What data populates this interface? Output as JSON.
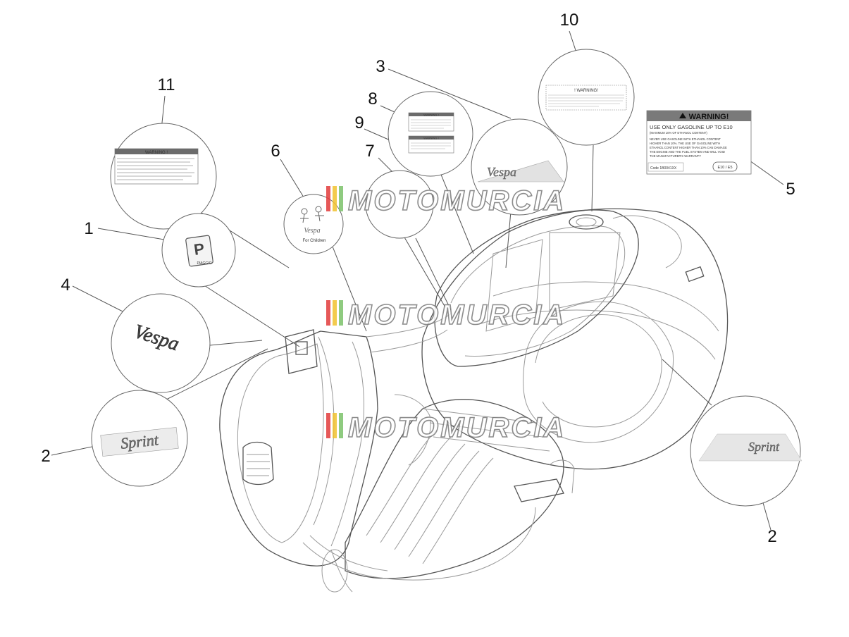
{
  "callouts": {
    "c1": "1",
    "c2a": "2",
    "c2b": "2",
    "c3": "3",
    "c4": "4",
    "c5": "5",
    "c6": "6",
    "c7": "7",
    "c8": "8",
    "c9": "9",
    "c10": "10",
    "c11": "11"
  },
  "watermark": "MOTOMURCIA",
  "labels": {
    "warning_small": "WARNING !",
    "warning_10": "! WARNING!",
    "warning_5_title": "WARNING!",
    "warning_5_line1": "USE ONLY GASOLINE UP TO E10",
    "warning_5_line2": "(MAXIMUM 10% OF ETHANOL CONTENT)",
    "warning_5_line3": "NEVER USE GASOLINE WITH ETHANOL CONTENT",
    "warning_5_line4": "HIGHER THAN 10%. THE USE OF GASOLINE WITH",
    "warning_5_line5": "ETHANOL CONTENT HIGHER THAN 10% CAN DAMAGE",
    "warning_5_line6": "THE ENGINE AND THE FUEL SYSTEM AND WILL VOID",
    "warning_5_line7": "THE MANUFACTURER'S WARRANTY",
    "warning_5_code": "Code 1B0041XX",
    "warning_5_badge": "E10 / E5",
    "sprint": "Sprint",
    "vespa": "Vespa",
    "piaggio": "PIAGGIO",
    "for_children": "For Children"
  },
  "colors": {
    "wm_red": "#e23b3b",
    "wm_yellow": "#f2c230",
    "wm_green": "#7cc26b",
    "label_header": "#6b6b6b",
    "sprint_bg": "#e6e6e6"
  }
}
